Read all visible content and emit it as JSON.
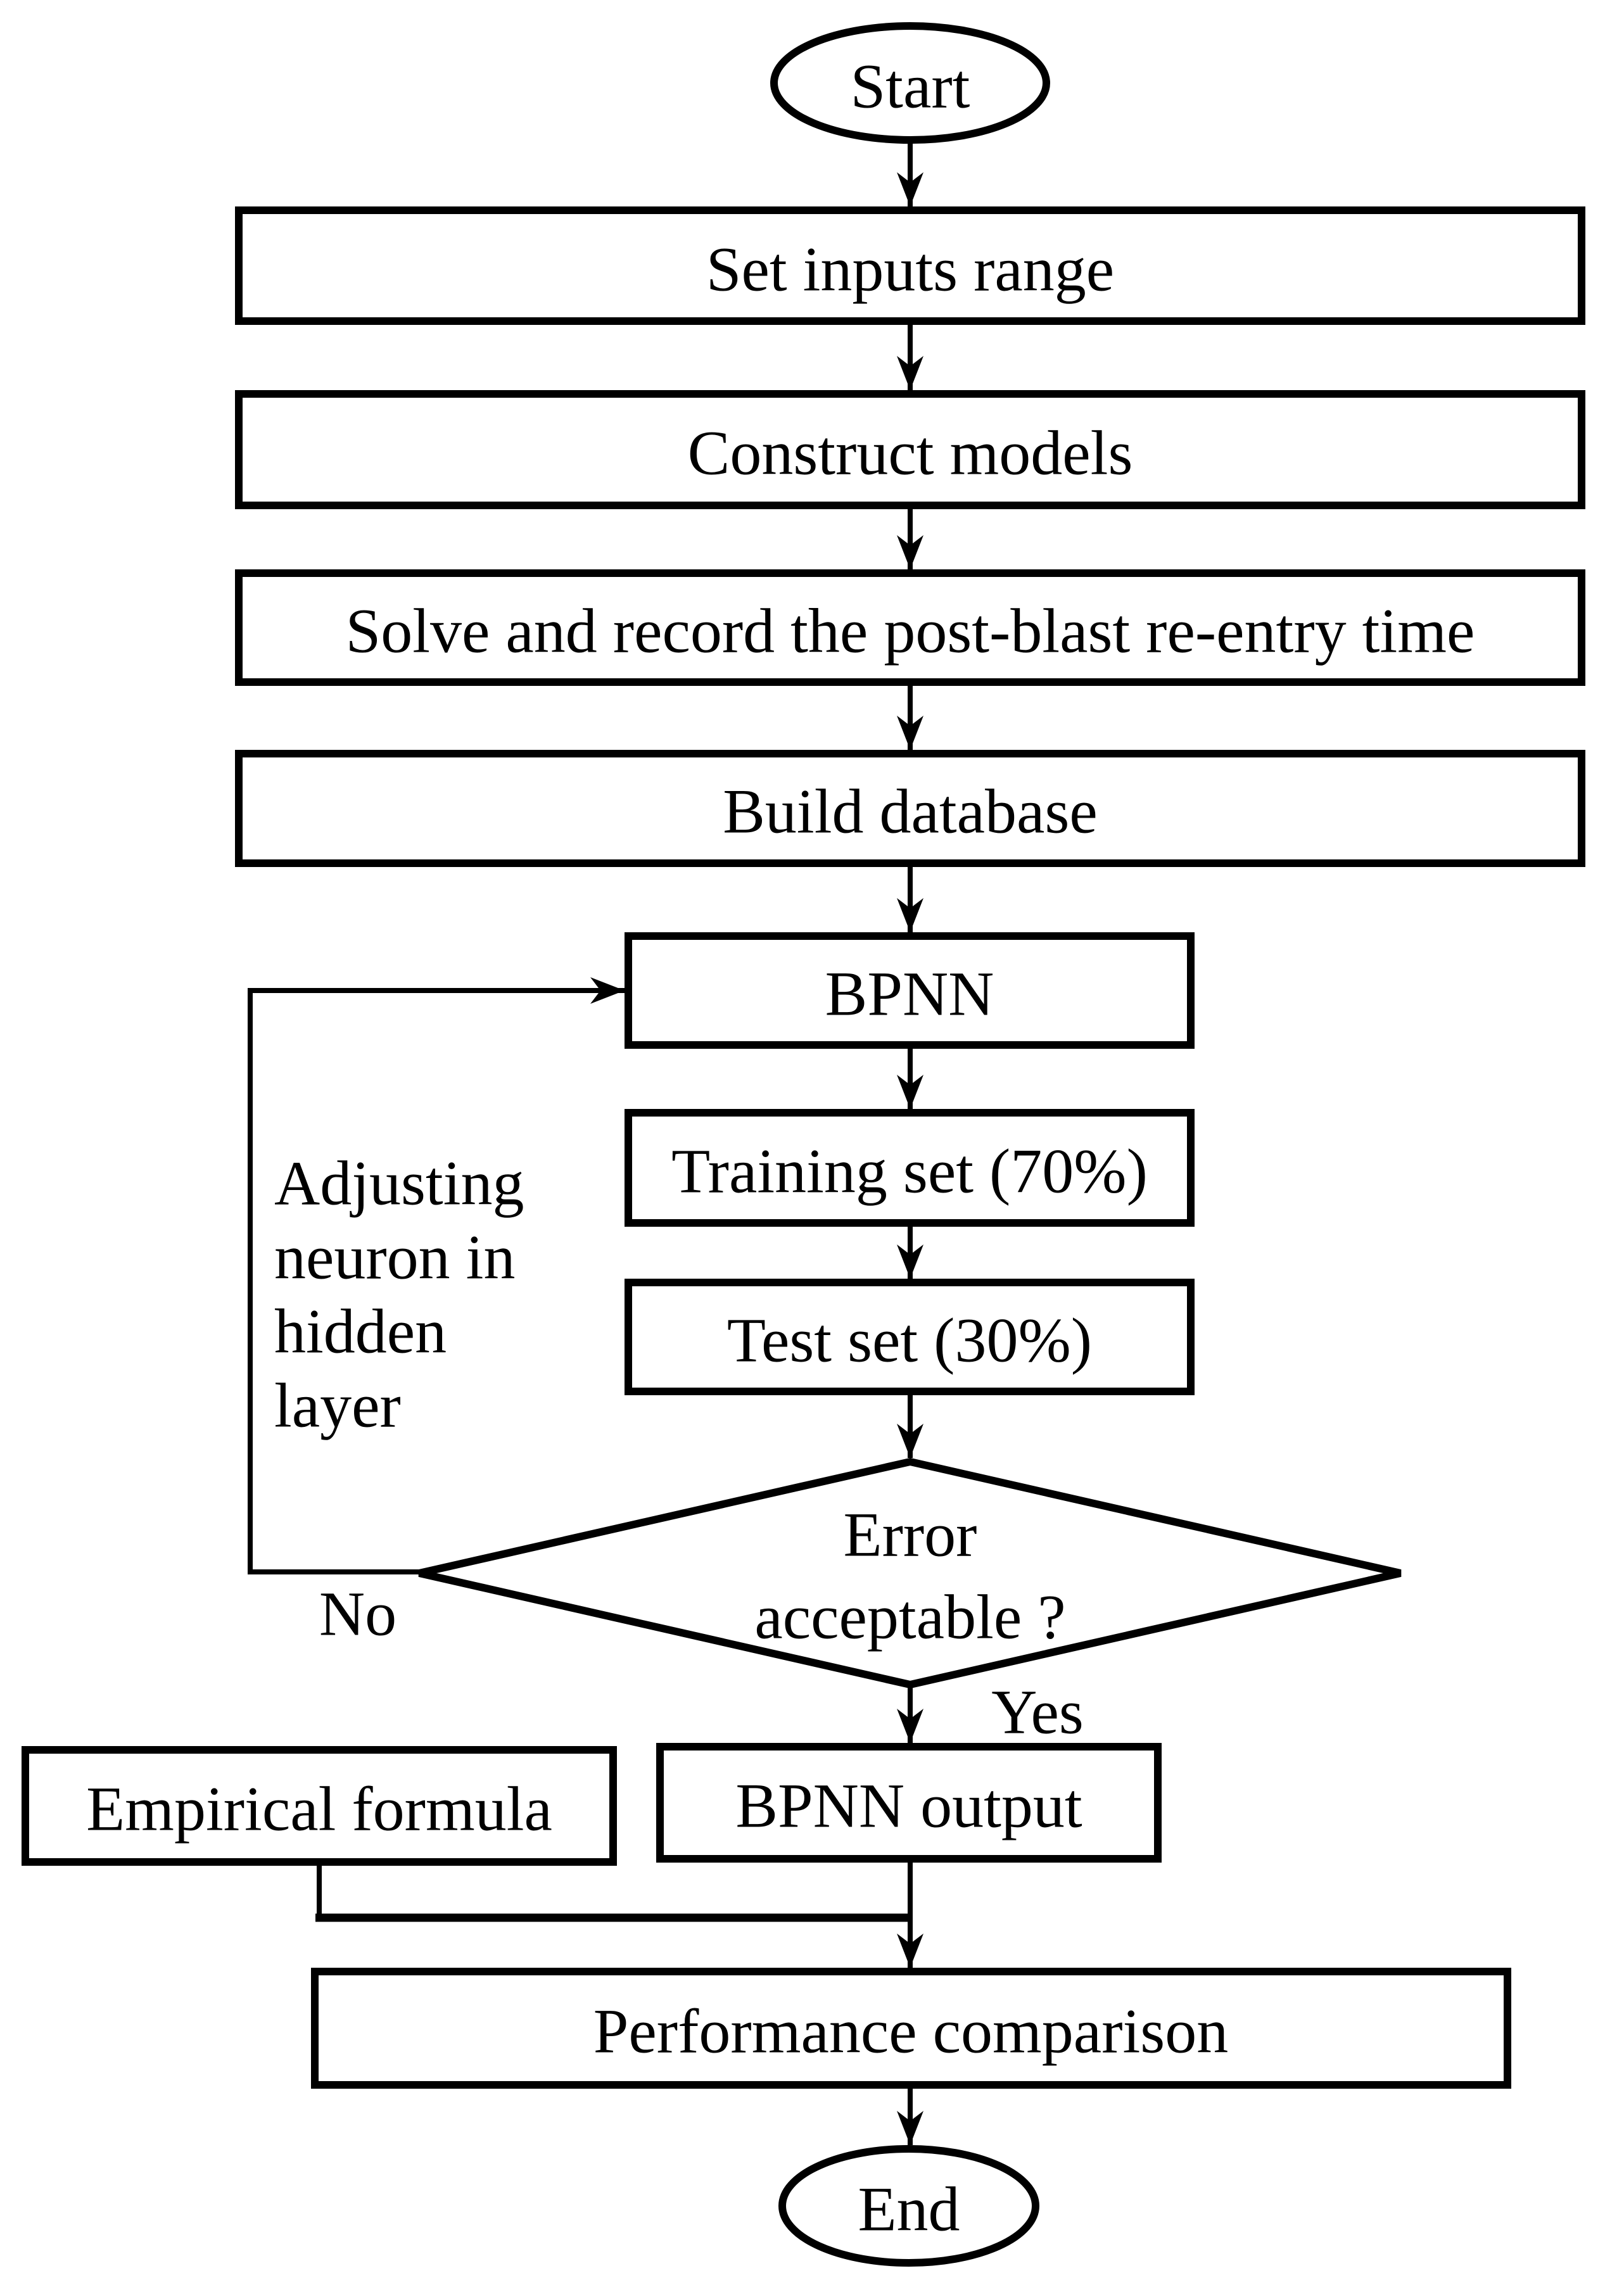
{
  "diagram": {
    "background_color": "#ffffff",
    "line_color": "#000000",
    "nodes": {
      "start": {
        "label": "Start"
      },
      "set_inputs": {
        "label": "Set inputs range"
      },
      "construct_models": {
        "label": "Construct models"
      },
      "solve_record": {
        "label": "Solve and record the post-blast re-entry time"
      },
      "build_database": {
        "label": "Build database"
      },
      "bpnn": {
        "label": "BPNN"
      },
      "training_set": {
        "label": "Training set (70%)"
      },
      "test_set": {
        "label": "Test set (30%)"
      },
      "decision": {
        "line1": "Error",
        "line2": "acceptable ?"
      },
      "bpnn_output": {
        "label": "BPNN output"
      },
      "empirical_formula": {
        "label": "Empirical formula"
      },
      "performance_comparison": {
        "label": "Performance comparison"
      },
      "end": {
        "label": "End"
      }
    },
    "labels": {
      "yes": "Yes",
      "no": "No",
      "loop_note": {
        "line1": "Adjusting",
        "line2": "neuron in",
        "line3": "hidden",
        "line4": "layer"
      }
    }
  }
}
